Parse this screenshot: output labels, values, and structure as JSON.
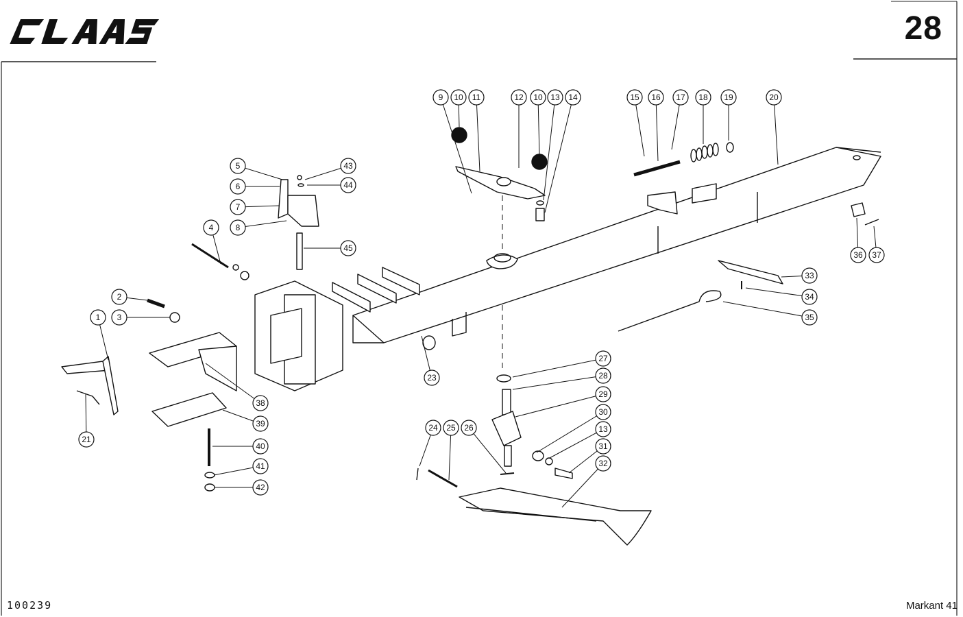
{
  "header": {
    "brand": "CLAAS",
    "page_number": "28"
  },
  "footer": {
    "document_number": "100239",
    "model": "Markant 41"
  },
  "callouts": [
    "1",
    "2",
    "3",
    "4",
    "5",
    "6",
    "7",
    "8",
    "9",
    "10",
    "11",
    "12",
    "10",
    "13",
    "14",
    "15",
    "16",
    "17",
    "18",
    "19",
    "20",
    "21",
    "23",
    "24",
    "25",
    "26",
    "27",
    "28",
    "29",
    "30",
    "13",
    "31",
    "32",
    "33",
    "34",
    "35",
    "36",
    "37",
    "38",
    "39",
    "40",
    "41",
    "42",
    "43",
    "44",
    "45"
  ]
}
